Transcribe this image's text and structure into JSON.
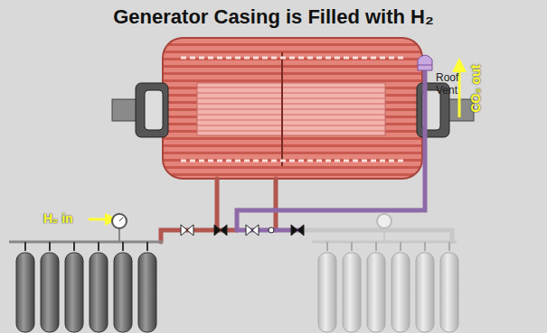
{
  "diagram": {
    "title": "Generator Casing is Filled with H₂",
    "labels": [
      "H₂ in",
      "Roof Vent",
      "CO₂ out"
    ]
  }
}
